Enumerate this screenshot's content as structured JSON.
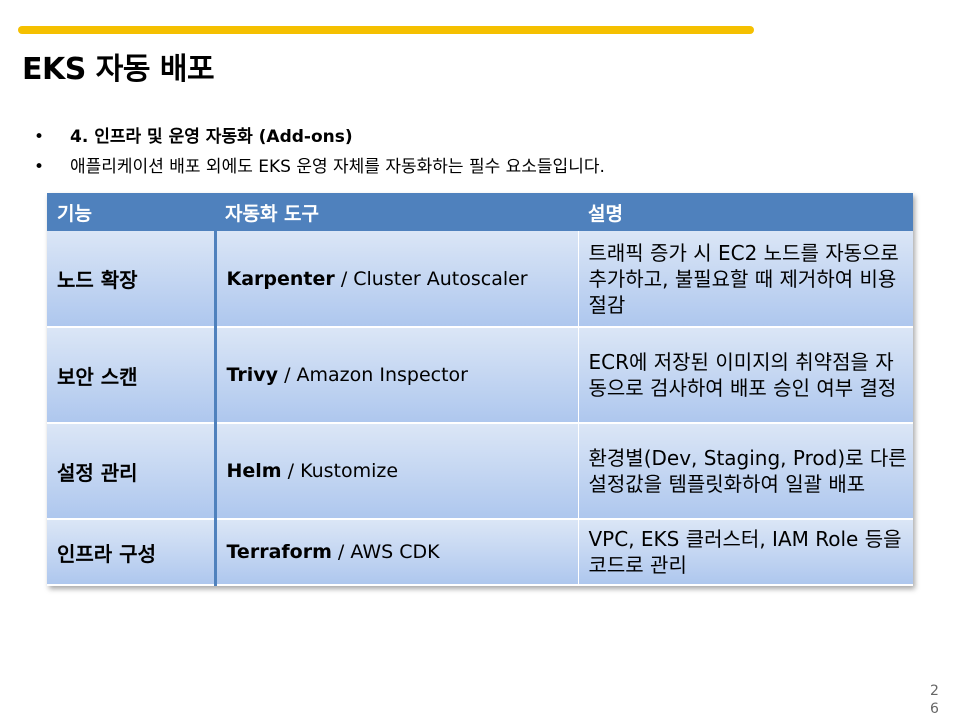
{
  "slide": {
    "title": "EKS 자동 배포",
    "page_number": "26",
    "accent_color": "#f5c000",
    "table_header_color": "#4f81bd"
  },
  "bullets": [
    {
      "marker": "•",
      "text": "4. 인프라 및 운영 자동화 (Add-ons)"
    },
    {
      "marker": "•",
      "text": "애플리케이션 배포 외에도 EKS 운영 자체를 자동화하는 필수 요소들입니다."
    }
  ],
  "table": {
    "headers": [
      "기능",
      "자동화 도구",
      "설명"
    ],
    "rows": [
      {
        "feature": "노드 확장",
        "tool_main": "Karpenter",
        "tool_rest": " / Cluster Autoscaler",
        "description": "트래픽 증가 시 EC2 노드를 자동으로 추가하고, 불필요할 때 제거하여 비용 절감"
      },
      {
        "feature": "보안 스캔",
        "tool_main": "Trivy",
        "tool_rest": " / Amazon Inspector",
        "description": "ECR에 저장된 이미지의 취약점을 자동으로 검사하여 배포 승인 여부 결정"
      },
      {
        "feature": "설정 관리",
        "tool_main": "Helm",
        "tool_rest": " / Kustomize",
        "description": "환경별(Dev, Staging, Prod)로 다른 설정값을 템플릿화하여 일괄 배포"
      },
      {
        "feature": "인프라 구성",
        "tool_main": "Terraform",
        "tool_rest": " / AWS CDK",
        "description": "VPC, EKS 클러스터, IAM Role 등을 코드로 관리"
      }
    ]
  }
}
